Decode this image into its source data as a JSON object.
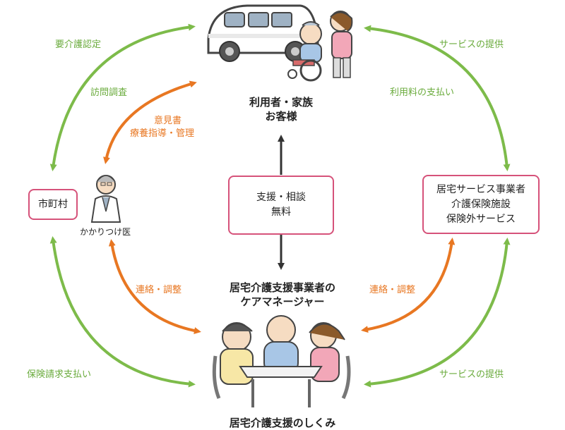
{
  "center": {
    "user_line1": "利用者・家族",
    "user_line2": "お客様",
    "support_line1": "支援・相談",
    "support_line2": "無料",
    "manager_line1": "居宅介護支援事業者の",
    "manager_line2": "ケアマネージャー"
  },
  "left": {
    "city": "市町村",
    "doctor": "かかりつけ医"
  },
  "right": {
    "provider_line1": "居宅サービス事業者",
    "provider_line2": "介護保険施設",
    "provider_line3": "保険外サービス"
  },
  "labels": {
    "care_certification": "要介護認定",
    "visit_survey": "訪問調査",
    "opinion": "意見書",
    "medical_guidance": "療養指導・管理",
    "contact_left": "連絡・調整",
    "insurance_payment": "保険請求支払い",
    "service_top": "サービスの提供",
    "usage_fee": "利用料の支払い",
    "contact_right": "連絡・調整",
    "service_bottom": "サービスの提供"
  },
  "footer": "居宅介護支援のしくみ",
  "colors": {
    "green": "#7dbb4a",
    "orange": "#e87722",
    "box_border": "#d6527a",
    "arrow_dark": "#333333"
  }
}
